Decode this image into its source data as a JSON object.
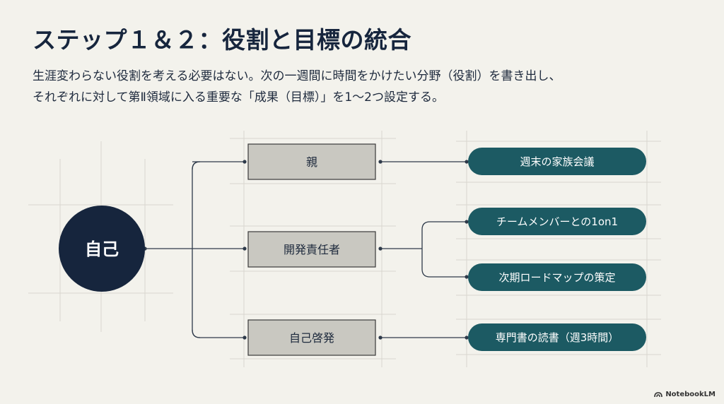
{
  "title": "ステップ１＆２：役割と目標の統合",
  "description": {
    "line1": "生涯変わらない役割を考える必要はない。次の一週間に時間をかけたい分野（役割）を書き出し、",
    "line2": "それぞれに対して第Ⅱ領域に入る重要な「成果（目標）」を1〜2つ設定する。"
  },
  "diagram": {
    "center": "自己",
    "roles": [
      {
        "label": "親",
        "goals": [
          "週末の家族会議"
        ]
      },
      {
        "label": "開発責任者",
        "goals": [
          "チームメンバーとの1on1",
          "次期ロードマップの策定"
        ]
      },
      {
        "label": "自己啓発",
        "goals": [
          "専門書の読書（週3時間）"
        ]
      }
    ]
  },
  "colors": {
    "background": "#f3f2ec",
    "navy": "#16253d",
    "teal": "#1c5a63",
    "role_box_fill": "#c9c8c1",
    "role_box_stroke": "#3a3a3a",
    "grid_line": "#d8d6cf"
  },
  "branding": {
    "name": "NotebookLM",
    "icon": "notebooklm-logo-icon"
  }
}
